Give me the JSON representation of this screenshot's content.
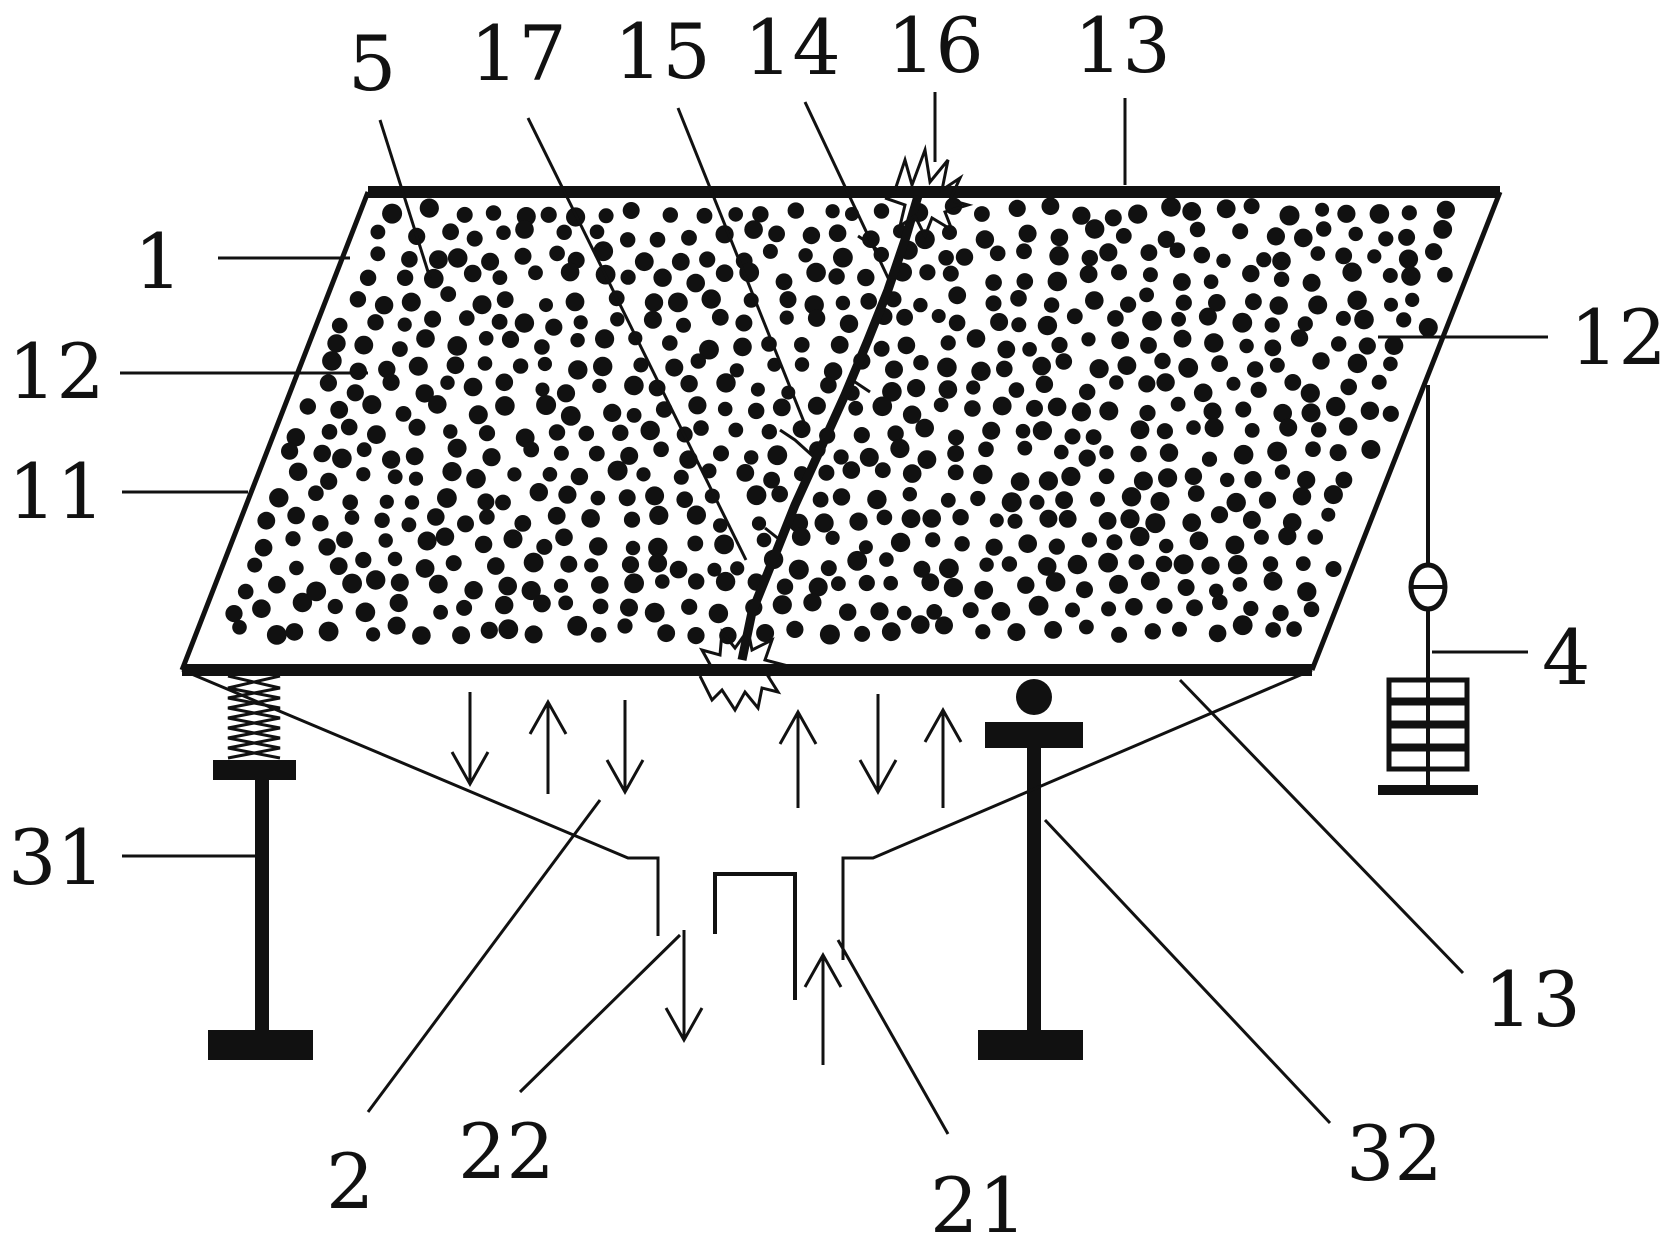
{
  "labels": {
    "l5": "5",
    "l17": "17",
    "l15": "15",
    "l14": "14",
    "l16": "16",
    "l13_top": "13",
    "l1": "1",
    "l12_left": "12",
    "l12_right": "12",
    "l11": "11",
    "l4": "4",
    "l31": "31",
    "l13_bottom": "13",
    "l32": "32",
    "l2": "2",
    "l22": "22",
    "l21": "21"
  },
  "colors": {
    "ink": "#111111",
    "background": "#ffffff"
  }
}
